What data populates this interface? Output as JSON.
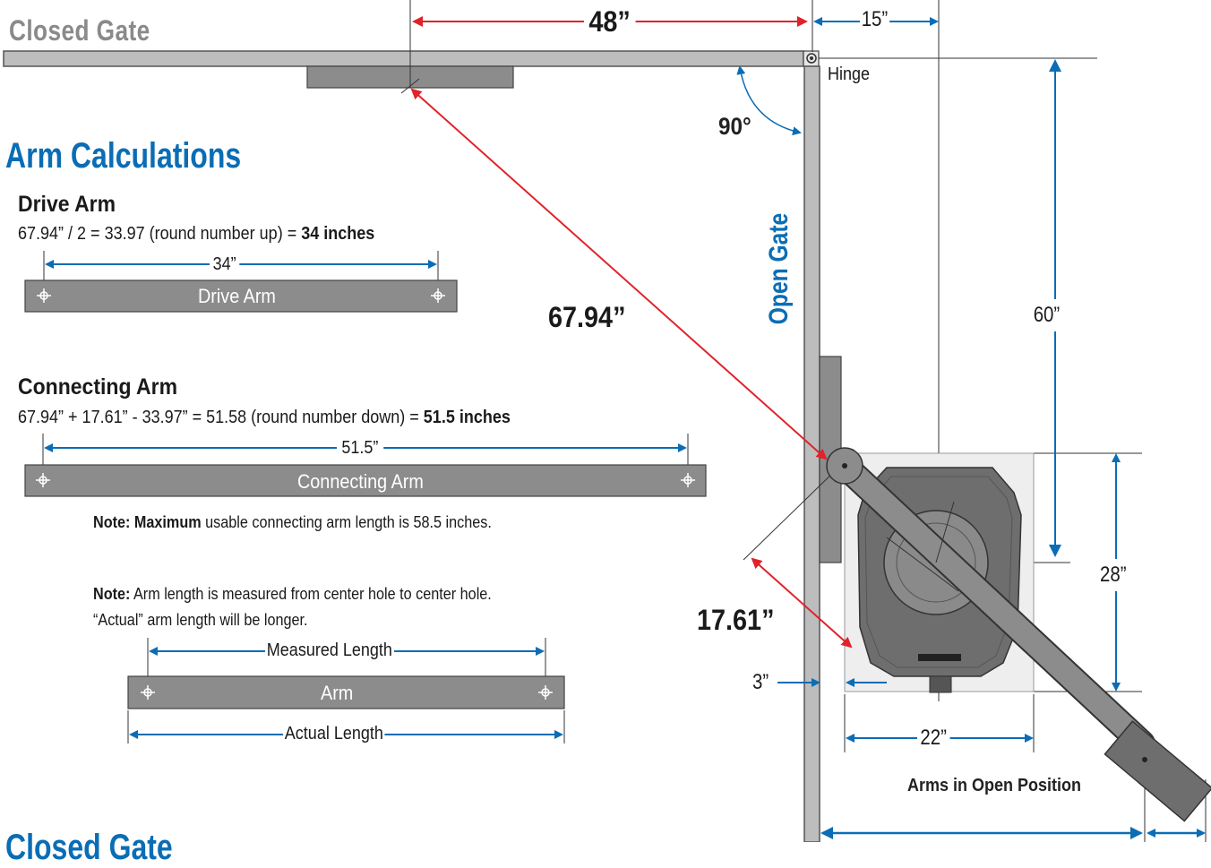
{
  "headings": {
    "closed_gate_top": "Closed Gate",
    "arm_calculations": "Arm Calculations",
    "open_gate": "Open Gate",
    "closed_gate_bottom": "Closed Gate"
  },
  "drive_arm": {
    "title": "Drive Arm",
    "formula": "67.94” / 2 = 33.97 (round number up) = ",
    "result": "34 inches",
    "dimension": "34”",
    "bar_label": "Drive Arm"
  },
  "connecting_arm": {
    "title": "Connecting Arm",
    "formula": "67.94” + 17.61” - 33.97” = 51.58 (round number down) = ",
    "result": "51.5 inches",
    "dimension": "51.5”",
    "bar_label": "Connecting Arm"
  },
  "notes": {
    "max_prefix": "Note: ",
    "max_bold": "Maximum",
    "max_rest": " usable connecting arm length is 58.5 inches.",
    "measure_prefix": "Note:",
    "measure_rest": " Arm length is measured from center hole to center hole.",
    "measure_line2": "“Actual” arm length will be longer."
  },
  "sample_arm": {
    "measured_label": "Measured Length",
    "bar_label": "Arm",
    "actual_label": "Actual Length"
  },
  "dimensions": {
    "d48": "48”",
    "d15": "15”",
    "hinge": "Hinge",
    "angle": "90°",
    "diag": "67.94”",
    "d60": "60”",
    "d17": "17.61”",
    "d28": "28”",
    "d3": "3”",
    "d22": "22”"
  },
  "captions": {
    "arms_open": "Arms in Open Position"
  },
  "colors": {
    "blue": "#0a6db5",
    "red": "#e0222b",
    "arm_grey": "#8c8c8c",
    "operator_grey": "#6e6e6e",
    "heading_grey": "#8a8a8a"
  }
}
